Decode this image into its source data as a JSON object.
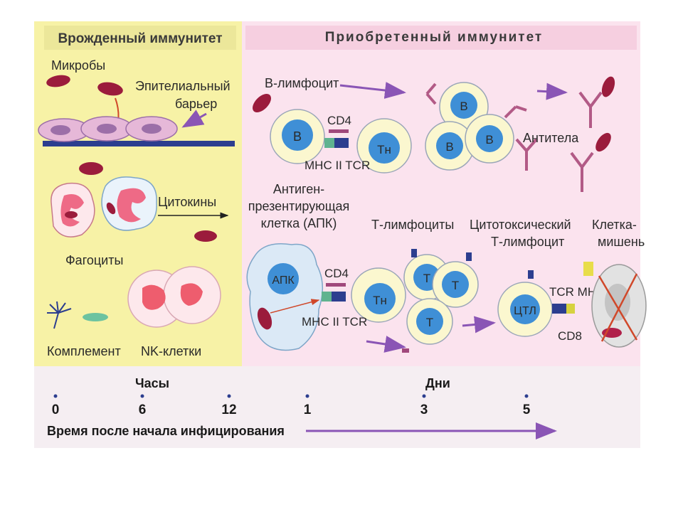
{
  "innate": {
    "title": "Врожденный иммунитет",
    "microbes": "Микробы",
    "epithelial_1": "Эпителиальный",
    "epithelial_2": "барьер",
    "cytokines": "Цитокины",
    "phagocytes": "Фагоциты",
    "complement": "Комплемент",
    "nk_cells": "NK-клетки"
  },
  "adaptive": {
    "title": "Приобретенный иммунитет",
    "b_lymphocyte": "В-лимфоцит",
    "b_letter": "В",
    "th_letter": "Тн",
    "t_letter": "Т",
    "cd4": "CD4",
    "mhc2_tcr": "МНС II TCR",
    "antibodies": "Антитела",
    "apc_1": "Антиген-",
    "apc_2": "презентирующая",
    "apc_3": "клетка (АПК)",
    "apc_short": "АПК",
    "t_lymphocytes": "Т-лимфоциты",
    "ctl_1": "Цитотоксический",
    "ctl_2": "Т-лимфоцит",
    "ctl_short": "ЦТЛ",
    "target_1": "Клетка-",
    "target_2": "мишень",
    "tcr_mhc1": "TCR МНС I",
    "cd8": "CD8"
  },
  "timeline": {
    "hours": "Часы",
    "days": "Дни",
    "ticks": [
      "0",
      "6",
      "12",
      "1",
      "3",
      "5"
    ],
    "caption": "Время после начала инфицирования"
  },
  "colors": {
    "innate_bg": "#f7f2a6",
    "adaptive_bg": "#fbe3ee",
    "microbe": "#9b1c3c",
    "cell_blue": "#3f8fd6",
    "arrow": "#8a55b5"
  }
}
